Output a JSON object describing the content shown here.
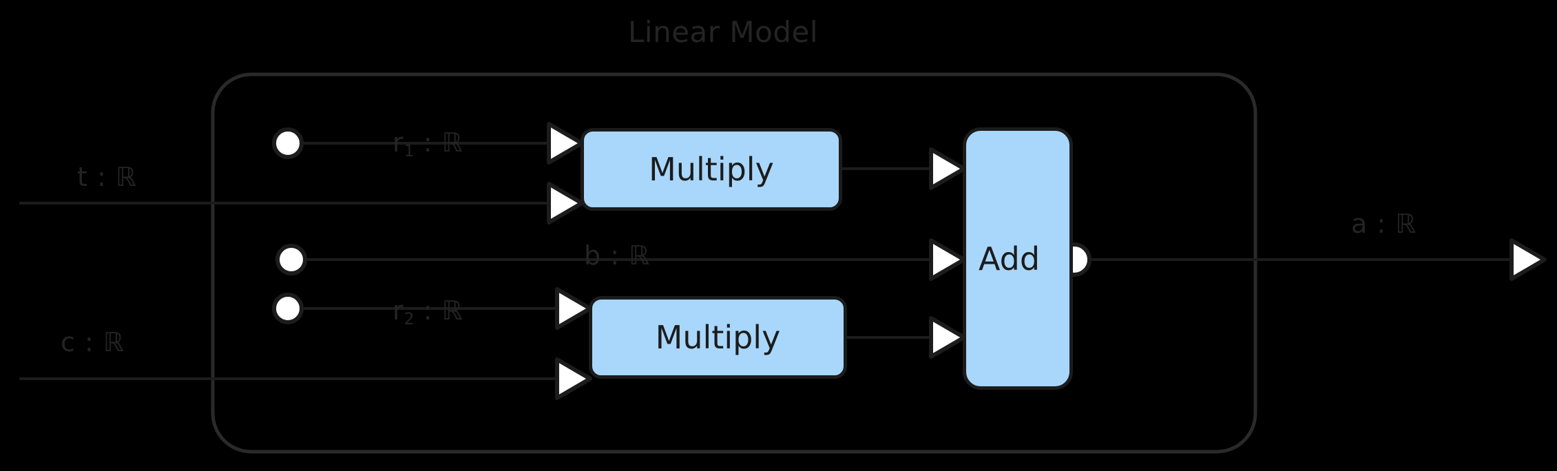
{
  "diagram": {
    "type": "block-diagram",
    "background_color": "#000000",
    "accent_color": "#a9d7fc",
    "stroke_color": "#1c1c1c",
    "label_color": "#242424",
    "group": {
      "title": "Linear Model",
      "border_color": "#2a2a2a"
    },
    "inputs": [
      {
        "id": "t",
        "label": "t : ℝ",
        "name": "t",
        "type": "ℝ"
      },
      {
        "id": "c",
        "label": "c : ℝ",
        "name": "c",
        "type": "ℝ"
      }
    ],
    "outputs": [
      {
        "id": "a",
        "label": "a : ℝ",
        "name": "a",
        "type": "ℝ"
      }
    ],
    "parameters": [
      {
        "id": "r1",
        "name": "r",
        "subscript": "1",
        "suffix": " : ℝ",
        "label": "r₁ : ℝ",
        "type": "ℝ"
      },
      {
        "id": "b",
        "name": "b",
        "subscript": "",
        "suffix": " : ℝ",
        "label": "b : ℝ",
        "type": "ℝ"
      },
      {
        "id": "r2",
        "name": "r",
        "subscript": "2",
        "suffix": " : ℝ",
        "label": "r₂ : ℝ",
        "type": "ℝ"
      }
    ],
    "nodes": [
      {
        "id": "multiply-1",
        "label": "Multiply",
        "inputs": 2,
        "outputs": 1
      },
      {
        "id": "multiply-2",
        "label": "Multiply",
        "inputs": 2,
        "outputs": 1
      },
      {
        "id": "add",
        "label": "Add",
        "inputs": 3,
        "outputs": 1
      }
    ],
    "edges": [
      {
        "from": "r1-port",
        "to": "multiply-1.in0",
        "label": "r₁ : ℝ"
      },
      {
        "from": "t",
        "to": "multiply-1.in1",
        "label": ""
      },
      {
        "from": "b-port",
        "to": "add.in1",
        "label": "b : ℝ"
      },
      {
        "from": "r2-port",
        "to": "multiply-2.in0",
        "label": "r₂ : ℝ"
      },
      {
        "from": "c",
        "to": "multiply-2.in1",
        "label": ""
      },
      {
        "from": "multiply-1.out",
        "to": "add.in0",
        "label": ""
      },
      {
        "from": "multiply-2.out",
        "to": "add.in2",
        "label": ""
      },
      {
        "from": "add.out",
        "to": "a",
        "label": "a : ℝ"
      }
    ]
  }
}
